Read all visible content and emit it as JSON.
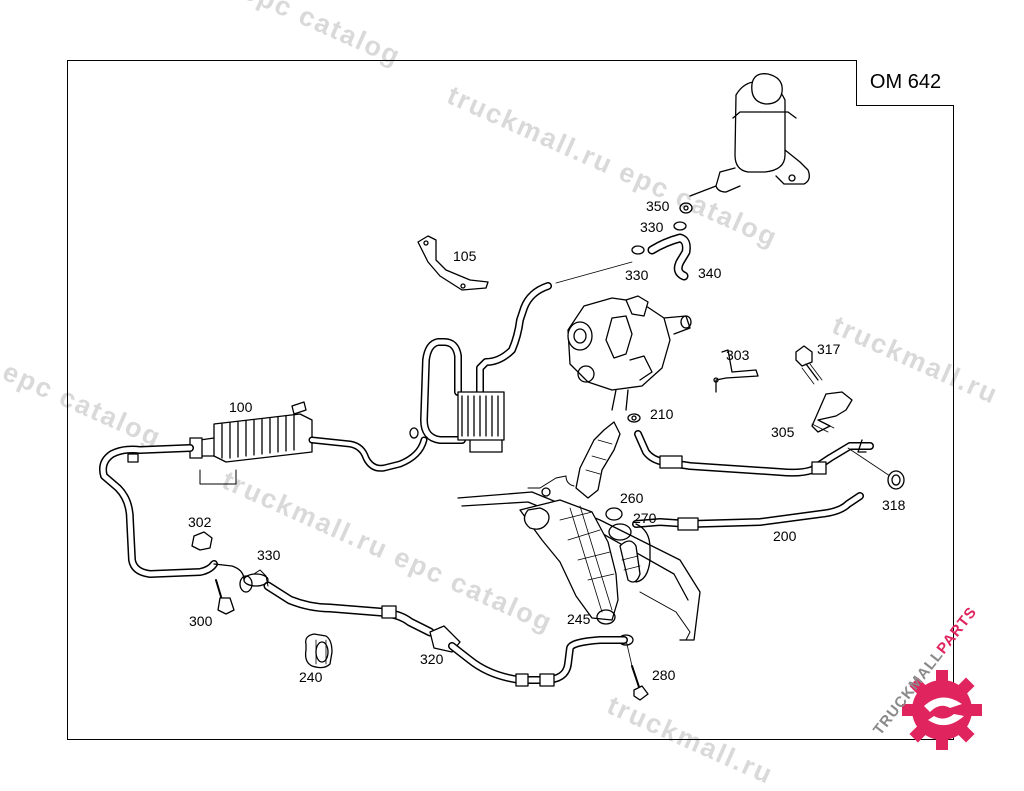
{
  "watermarks": [
    {
      "text": "epc catalog"
    },
    {
      "text": "truckmall.ru epc catalog"
    },
    {
      "text": "truckmall.ru"
    },
    {
      "text": "u epc catalog"
    },
    {
      "text": "truckmall.ru epc catalog"
    },
    {
      "text": "truckmall.ru"
    }
  ],
  "model_label": "OM 642",
  "callouts": {
    "c350": "350",
    "c330a": "330",
    "c330b": "330",
    "c340": "340",
    "c105": "105",
    "c303": "303",
    "c317": "317",
    "c100": "100",
    "c210": "210",
    "c305": "305",
    "c260": "260",
    "c270": "270",
    "c318": "318",
    "c302": "302",
    "c200": "200",
    "c330c": "330",
    "c300": "300",
    "c245": "245",
    "c320": "320",
    "c280": "280",
    "c240": "240"
  },
  "brand": {
    "name_part1": "TRUCKMALL",
    "name_part2": "PARTS",
    "color_dark": "#8a8a8a",
    "color_accent": "#e0245e"
  }
}
